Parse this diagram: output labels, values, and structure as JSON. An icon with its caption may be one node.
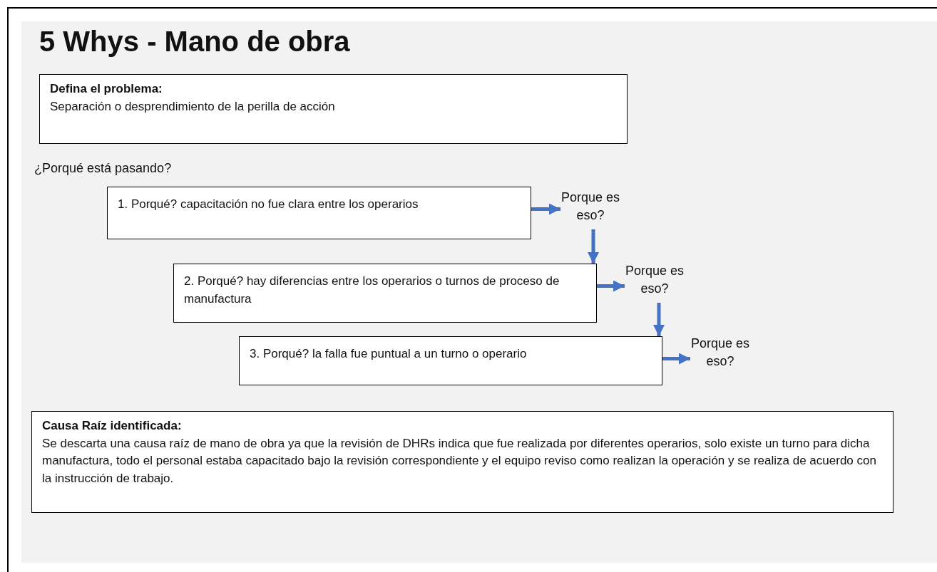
{
  "diagram": {
    "title": "5 Whys - Mano de obra",
    "nodes": [
      {
        "text": [
          "Defina el problema:",
          "Separación o desprendimiento de la perilla de acción"
        ]
      },
      {
        "text": [
          "1. Porqué? capacitación no fue clara entre los operarios"
        ]
      },
      {
        "text": [
          "Porque es eso?"
        ]
      },
      {
        "text": [
          "2. Porqué? hay diferencias entre los operarios o turnos de proceso de manufactura"
        ]
      },
      {
        "text": [
          "Porque es eso?"
        ]
      },
      {
        "text": [
          "3. Porqué? la falla fue puntual a un turno o operario"
        ]
      },
      {
        "text": [
          "Porque es eso?"
        ]
      },
      {
        "text": [
          "Causa Raíz identificada:",
          "Se descarta una causa raíz de mano de obra ya que la revisión de DHRs indica que fue realizada por diferentes operarios, solo existe un turno para dicha manufactura, todo el personal estaba capacitado bajo la revisión correspondiente y el equipo reviso como realizan la operación y se realiza de acuerdo con la instrucción de trabajo."
        ]
      }
    ],
    "edges": [
      {
        "from": 1,
        "to": 2,
        "arrow": "to"
      },
      {
        "from": 2,
        "to": 3,
        "arrow": "to"
      },
      {
        "from": 3,
        "to": 4,
        "arrow": "to"
      },
      {
        "from": 4,
        "to": 5,
        "arrow": "to"
      },
      {
        "from": 5,
        "to": 6,
        "arrow": "to"
      }
    ],
    "labels": [
      "¿Porqué está pasando?"
    ]
  }
}
